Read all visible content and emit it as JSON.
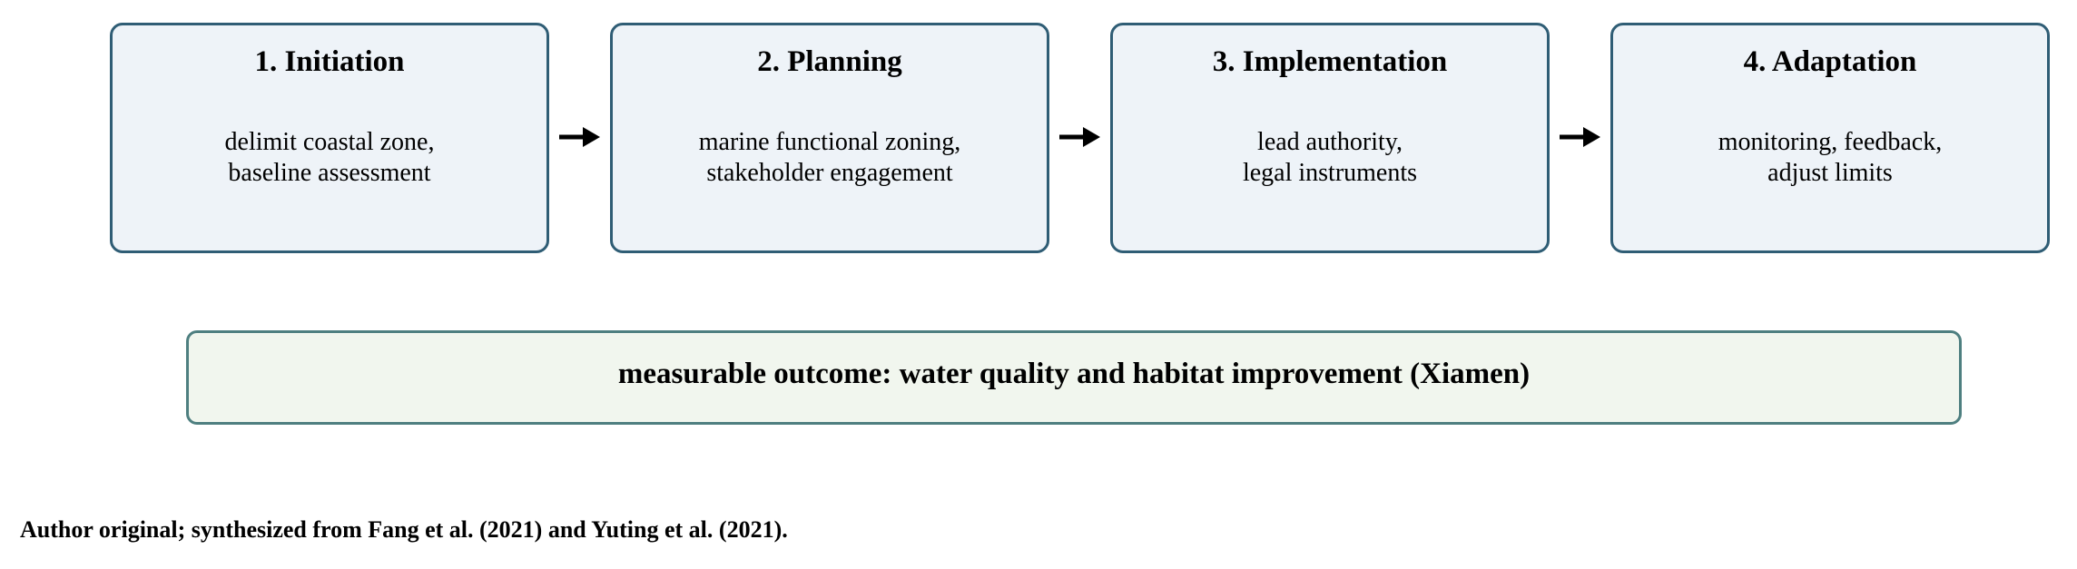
{
  "stages": [
    {
      "title": "1. Initiation",
      "lines": [
        "delimit coastal zone,",
        "baseline assessment"
      ]
    },
    {
      "title": "2. Planning",
      "lines": [
        "marine functional zoning,",
        "stakeholder engagement"
      ]
    },
    {
      "title": "3. Implementation",
      "lines": [
        "lead authority,",
        "legal instruments"
      ]
    },
    {
      "title": "4. Adaptation",
      "lines": [
        "monitoring, feedback,",
        "adjust limits"
      ]
    }
  ],
  "outcome": {
    "text": "measurable outcome: water quality and habitat improvement (Xiamen)"
  },
  "caption": "Author original; synthesized from Fang et al. (2021) and Yuting et al. (2021).",
  "colors": {
    "stage_border": "#2f5d75",
    "stage_fill": "#eef3f8",
    "outcome_border": "#4e7f80",
    "outcome_fill": "#f1f6ee",
    "arrow": "#000000"
  }
}
